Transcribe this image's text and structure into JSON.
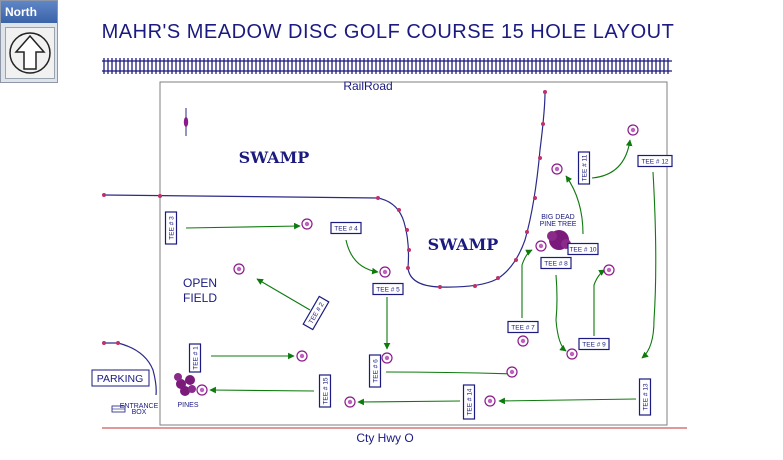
{
  "north_widget": {
    "header": "North",
    "arrow_icon": "north-arrow-icon"
  },
  "map": {
    "title": "MAHR'S MEADOW DISC GOLF COURSE 15 HOLE LAYOUT",
    "railroad_label": "RailRoad",
    "road_label": "Cty Hwy O",
    "swamp_label": "SWAMP",
    "open_field_line1": "OPEN",
    "open_field_line2": "FIELD",
    "parking_label": "PARKING",
    "entrance_line1": "ENTRANCE",
    "entrance_line2": "BOX",
    "pines_label": "PINES",
    "big_tree_line1": "BIG DEAD",
    "big_tree_line2": "PINE TREE",
    "tees": [
      "TEE # 1",
      "TEE # 2",
      "TEE # 3",
      "TEE # 4",
      "TEE # 5",
      "TEE # 6",
      "TEE # 7",
      "TEE # 8",
      "TEE # 9",
      "TEE # 10",
      "TEE # 11",
      "TEE # 12",
      "TEE # 13",
      "TEE # 14",
      "TEE # 15"
    ],
    "colors": {
      "text": "#1a1a80",
      "flight_line": "#0e7a0e",
      "basket": "#8a1a8a",
      "path_node": "#c0306a",
      "north_header": "#3a63a8"
    }
  }
}
